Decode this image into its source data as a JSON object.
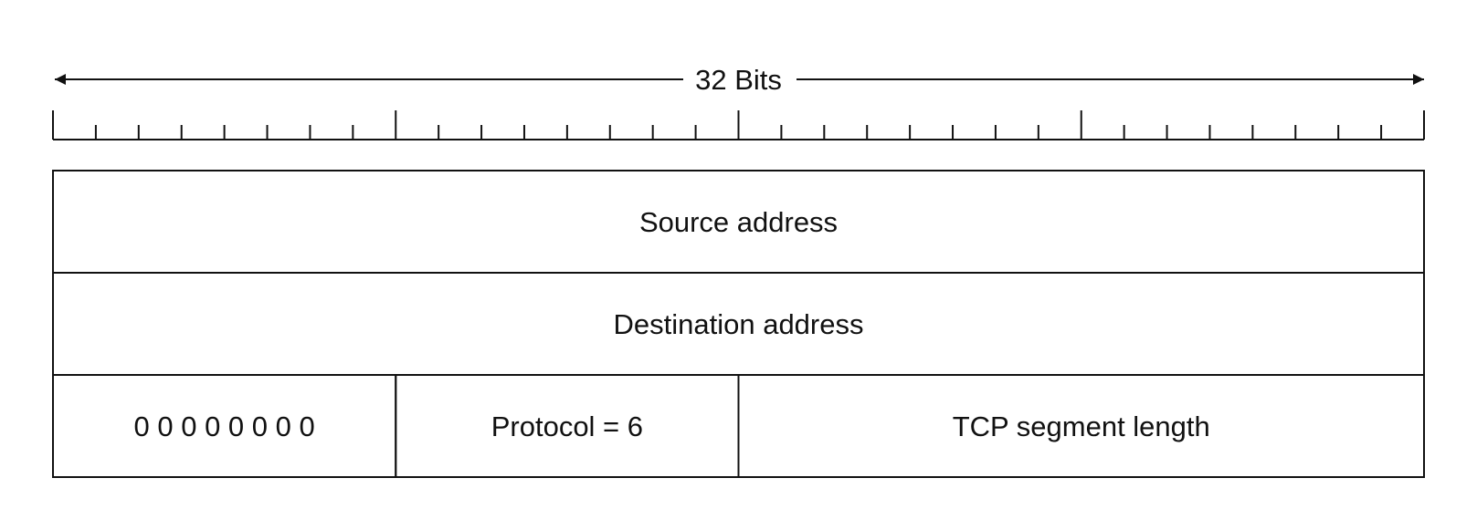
{
  "width_label": "32 Bits",
  "bit_count": 32,
  "rows": [
    [
      {
        "label": "Source address",
        "bits": 32
      }
    ],
    [
      {
        "label": "Destination address",
        "bits": 32
      }
    ],
    [
      {
        "label": "0 0 0 0 0 0 0 0",
        "bits": 8
      },
      {
        "label": "Protocol = 6",
        "bits": 8
      },
      {
        "label": "TCP segment length",
        "bits": 16
      }
    ]
  ],
  "colors": {
    "stroke": "#111111",
    "text": "#111111",
    "background": "#ffffff"
  }
}
